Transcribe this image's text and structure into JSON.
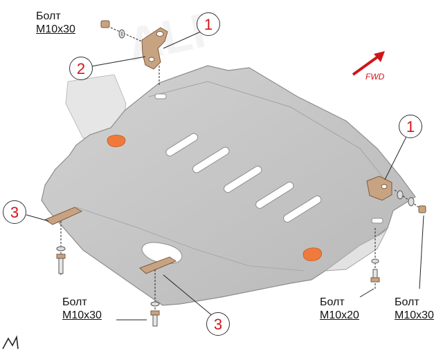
{
  "labels": {
    "bolt_top": {
      "line1": "Болт",
      "line2": "M10x30"
    },
    "bolt_bottom_left": {
      "line1": "Болт",
      "line2": "M10x30"
    },
    "bolt_bottom_mid": {
      "line1": "Болт",
      "line2": "M10x20"
    },
    "bolt_bottom_right": {
      "line1": "Болт",
      "line2": "M10x30"
    }
  },
  "callouts": {
    "bracket_top": "1",
    "bracket_top_left": "2",
    "bracket_right": "1",
    "plate_left": "3",
    "plate_bottom": "3"
  },
  "direction": "FWD",
  "colors": {
    "plate": "#c4c4c4",
    "plate_edge": "#8d8d8d",
    "bracket": "#c8a382",
    "callout_text": "#d0141a",
    "arrow": "#d0141a",
    "pad": "#f07a3c"
  }
}
